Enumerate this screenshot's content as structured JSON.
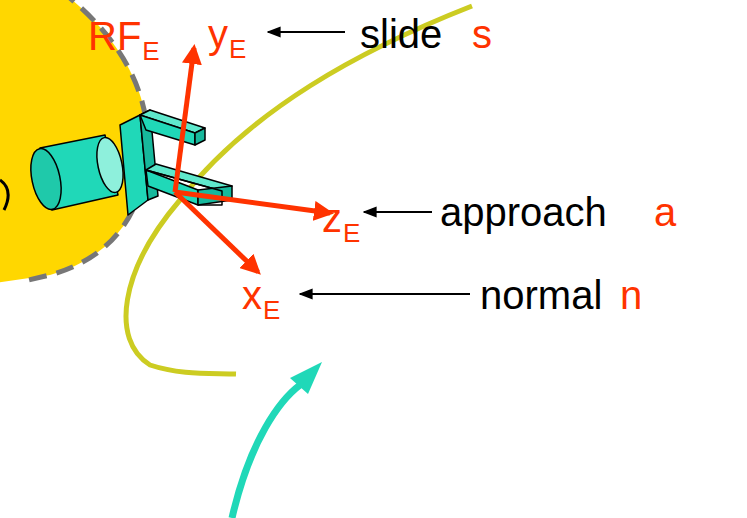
{
  "diagram": {
    "labels": [
      "RF",
      "E",
      "y",
      "E",
      "slide",
      "s",
      "z",
      "E",
      "approach",
      "a",
      "x",
      "E",
      "normal",
      "n"
    ]
  }
}
